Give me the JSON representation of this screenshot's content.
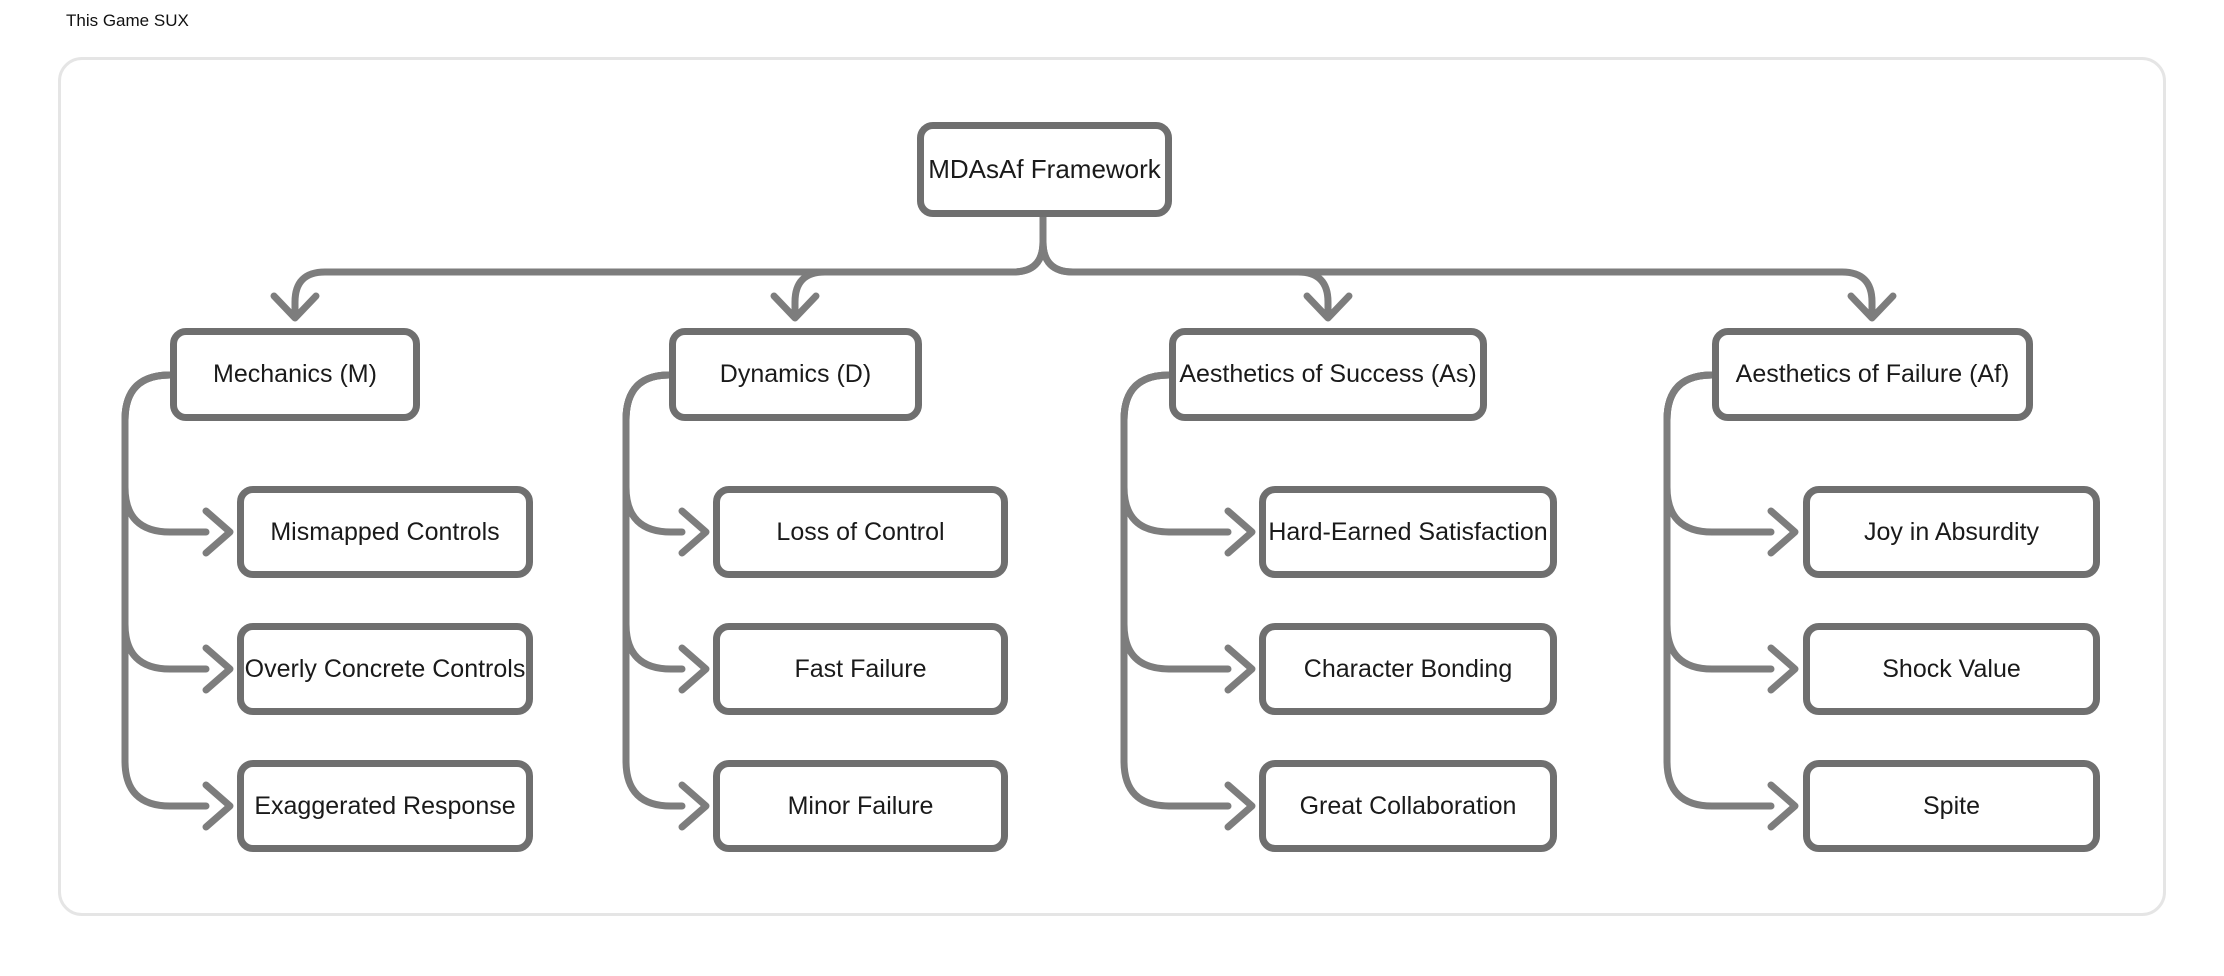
{
  "page": {
    "title": "This Game SUX"
  },
  "diagram": {
    "root": {
      "label": "MDAsAf Framework"
    },
    "branches": [
      {
        "label": "Mechanics (M)",
        "children": [
          "Mismapped Controls",
          "Overly Concrete Controls",
          "Exaggerated Response"
        ]
      },
      {
        "label": "Dynamics (D)",
        "children": [
          "Loss of Control",
          "Fast Failure",
          "Minor Failure"
        ]
      },
      {
        "label": "Aesthetics of Success (As)",
        "children": [
          "Hard-Earned Satisfaction",
          "Character Bonding",
          "Great Collaboration"
        ]
      },
      {
        "label": "Aesthetics of Failure (Af)",
        "children": [
          "Joy in Absurdity",
          "Shock Value",
          "Spite"
        ]
      }
    ],
    "colors": {
      "node_border": "#6f6f6f",
      "link": "#7d7d7d",
      "text": "#1a1a1a",
      "card_border": "#e5e5e5",
      "background": "#ffffff"
    }
  }
}
